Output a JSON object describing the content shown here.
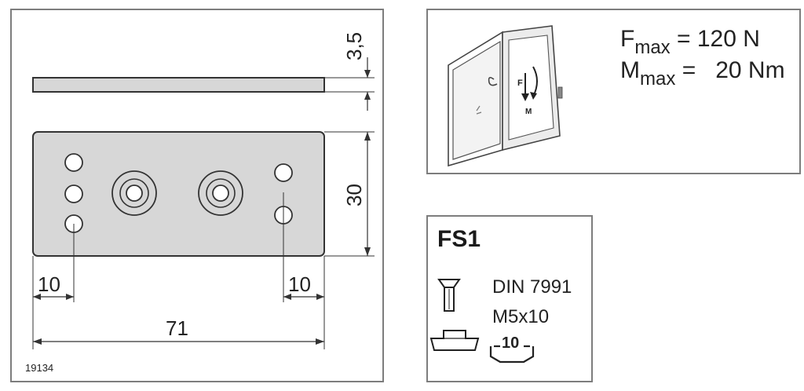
{
  "drawing": {
    "dim_thickness": "3,5",
    "dim_width": "30",
    "dim_length": "71",
    "dim_left_offset": "10",
    "dim_right_offset": "10",
    "drawing_code": "19134"
  },
  "load": {
    "f_symbol": "F",
    "f_sub": "max",
    "f_value": "= 120 N",
    "m_symbol": "M",
    "m_sub": "max",
    "m_value": "=   20 Nm",
    "door_label_f": "F",
    "door_label_m": "M"
  },
  "fastener": {
    "title": "FS1",
    "screw_standard": "DIN 7991",
    "screw_size": "M5x10",
    "slot_size": "10"
  }
}
